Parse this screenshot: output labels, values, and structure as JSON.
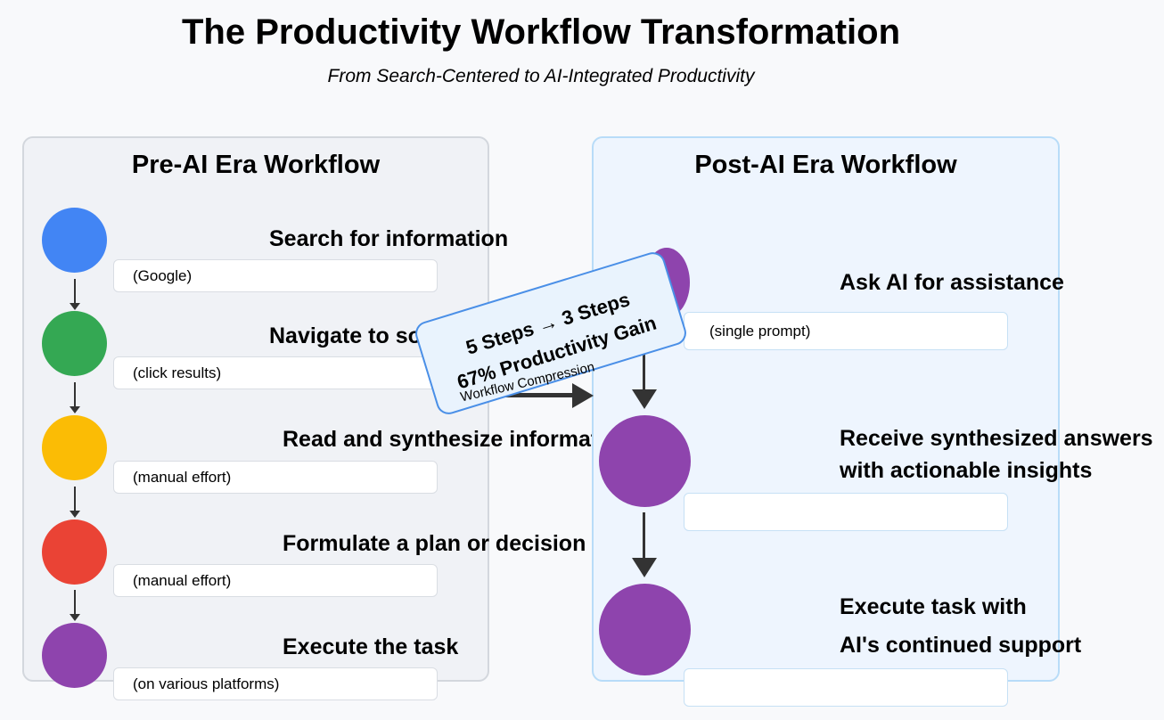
{
  "title": "The Productivity Workflow Transformation",
  "subtitle": "From Search-Centered to AI-Integrated Productivity",
  "pre_ai": {
    "heading": "Pre-AI Era Workflow",
    "steps": [
      {
        "label": "Search for information",
        "note": "(Google)",
        "color": "#4285f4"
      },
      {
        "label": "Navigate to sources",
        "note": "(click results)",
        "color": "#34a853"
      },
      {
        "label": "Read and synthesize information",
        "note": "(manual effort)",
        "color": "#fbbc05"
      },
      {
        "label": "Formulate a plan or decision",
        "note": "(manual effort)",
        "color": "#ea4335"
      },
      {
        "label": "Execute the task",
        "note": "(on various platforms)",
        "color": "#8e44ad"
      }
    ]
  },
  "post_ai": {
    "heading": "Post-AI Era Workflow",
    "steps": [
      {
        "label_lines": [
          "Ask AI for assistance"
        ],
        "note": "(single prompt)",
        "color": "#8e44ad"
      },
      {
        "label_lines": [
          "Receive synthesized answers",
          "with actionable insights"
        ],
        "note": "",
        "color": "#8e44ad"
      },
      {
        "label_lines": [
          "Execute task with",
          "AI's continued support"
        ],
        "note": "",
        "color": "#8e44ad"
      }
    ]
  },
  "callout": {
    "line1": "5 Steps → 3 Steps",
    "line2": "67% Productivity Gain",
    "caption": "Workflow Compression"
  }
}
